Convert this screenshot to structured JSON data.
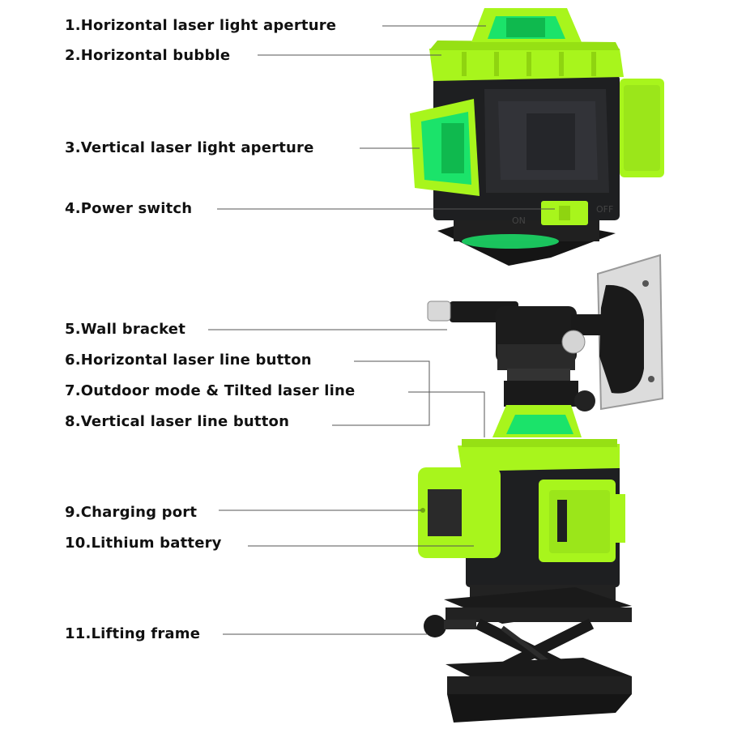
{
  "labels": [
    "1.Horizontal laser light aperture",
    "2.Horizontal bubble",
    "3.Vertical laser light aperture",
    "4.Power switch",
    "5.Wall bracket",
    "6.Horizontal laser line button",
    "7.Outdoor mode & Tilted laser line",
    "8.Vertical laser line button",
    "9.Charging port",
    "10.Lithium battery",
    "11.Lifting frame"
  ],
  "switch": {
    "on": "ON",
    "off": "OFF"
  },
  "colors": {
    "accent": "#a8f51c",
    "body": "#1e1f21",
    "laser": "#1be36a",
    "leader": "#555555"
  }
}
